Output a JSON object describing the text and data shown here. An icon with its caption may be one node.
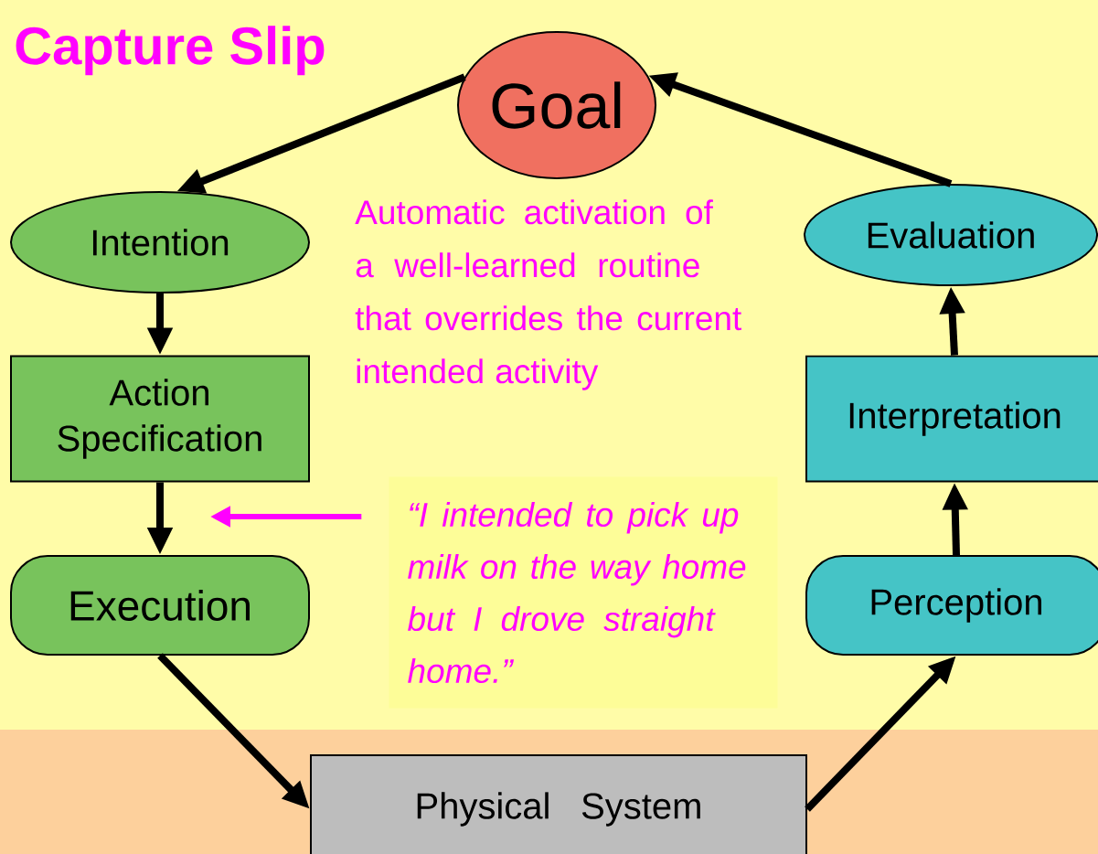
{
  "diagram": {
    "title": "Capture Slip",
    "nodes": [
      {
        "text": [
          "Goal"
        ]
      },
      {
        "text": [
          "Intention"
        ]
      },
      {
        "text": [
          "Action Specification"
        ]
      },
      {
        "text": [
          "Execution"
        ]
      },
      {
        "text": [
          "Physical System"
        ]
      },
      {
        "text": [
          "Perception"
        ]
      },
      {
        "text": [
          "Interpretation"
        ]
      },
      {
        "text": [
          "Evaluation"
        ]
      },
      {
        "text": [
          "“I intended to pick up milk on the way home but I drove straight home.”"
        ]
      }
    ],
    "edges": [
      {
        "from": 0,
        "to": 1,
        "arrow": "to"
      },
      {
        "from": 1,
        "to": 2,
        "arrow": "to"
      },
      {
        "from": 2,
        "to": 3,
        "arrow": "to"
      },
      {
        "from": 3,
        "to": 4,
        "arrow": "to"
      },
      {
        "from": 4,
        "to": 5,
        "arrow": "to"
      },
      {
        "from": 5,
        "to": 6,
        "arrow": "to"
      },
      {
        "from": 6,
        "to": 7,
        "arrow": "to"
      },
      {
        "from": 7,
        "to": 0,
        "arrow": "to"
      },
      {
        "from": 8,
        "to": null,
        "arrow": "to",
        "color": "#ff00ff"
      }
    ],
    "labels": [
      "Automatic activation of a well-learned routine that overrides the current intended activity"
    ]
  }
}
